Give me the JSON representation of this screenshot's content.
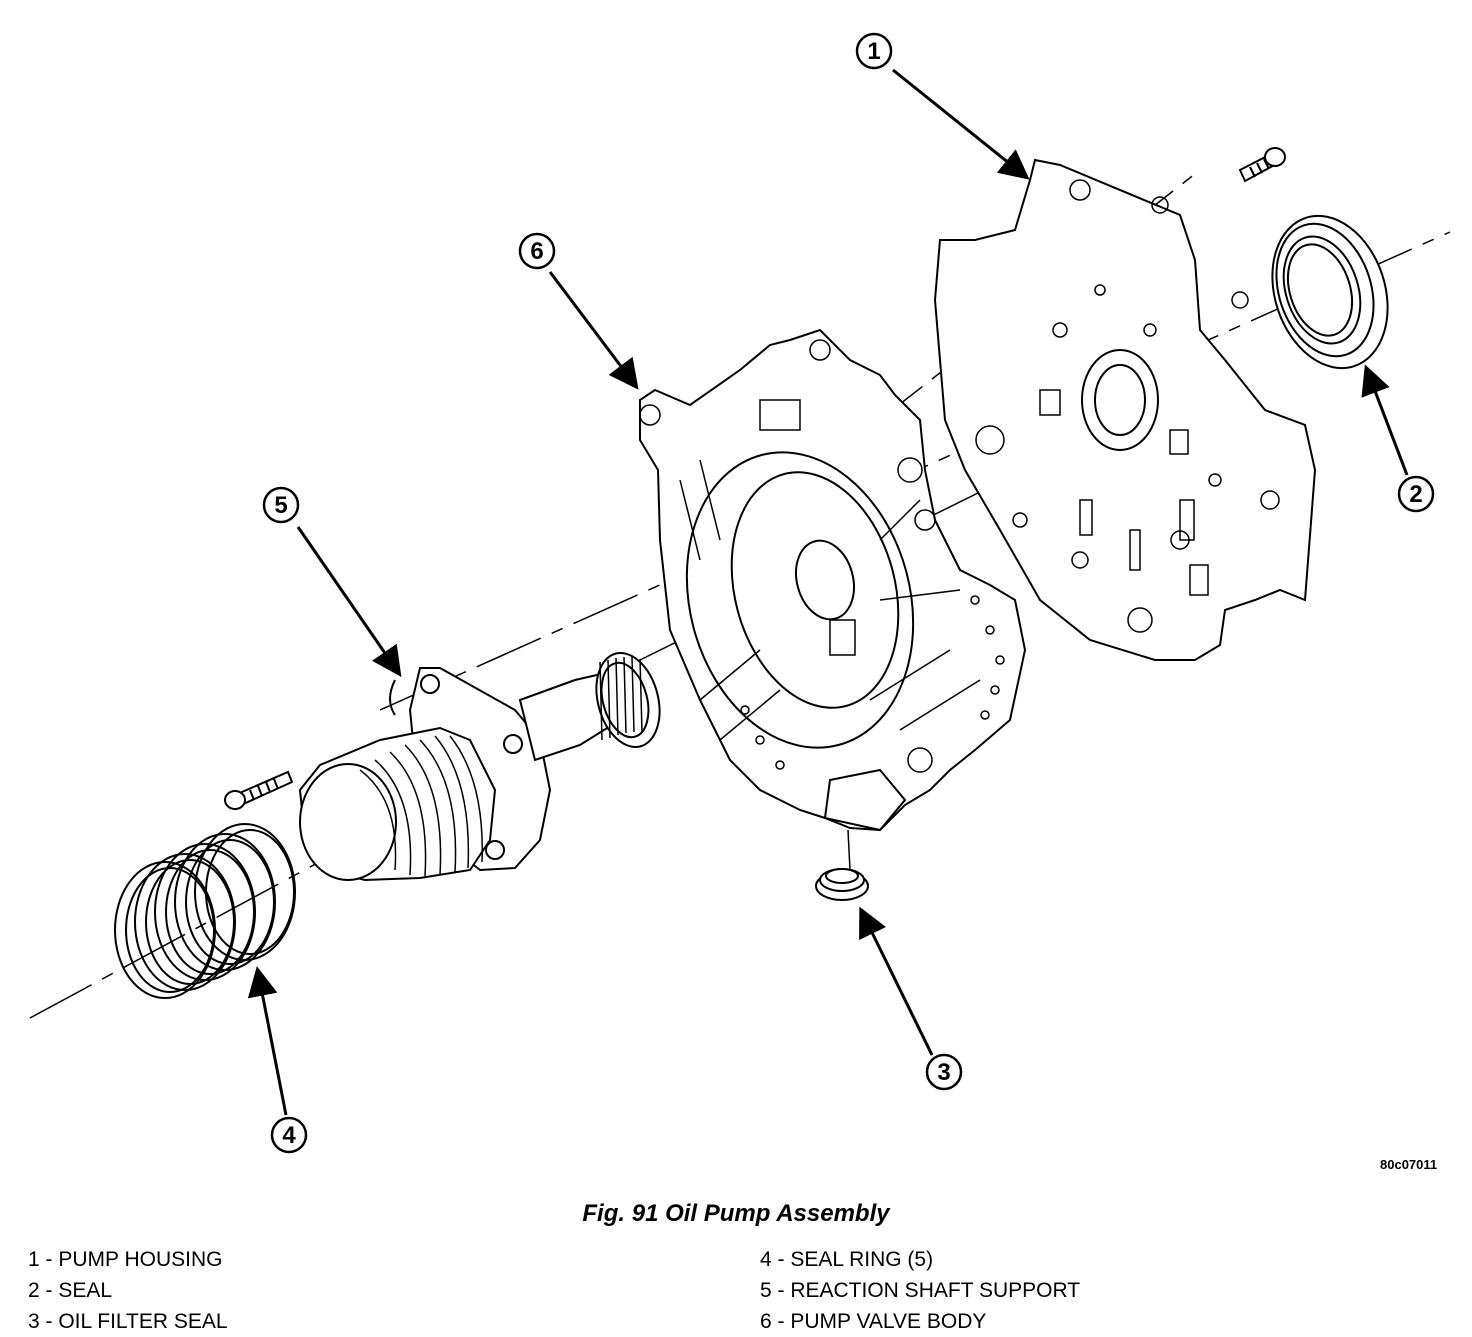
{
  "figure": {
    "code": "80c07011",
    "caption": "Fig. 91 Oil Pump Assembly"
  },
  "callouts": [
    "1",
    "2",
    "3",
    "4",
    "5",
    "6"
  ],
  "legend": [
    {
      "number": "1",
      "text": "1 - PUMP HOUSING"
    },
    {
      "number": "2",
      "text": "2 - SEAL"
    },
    {
      "number": "3",
      "text": "3 - OIL FILTER SEAL"
    },
    {
      "number": "4",
      "text": "4 - SEAL RING (5)"
    },
    {
      "number": "5",
      "text": "5 - REACTION SHAFT SUPPORT"
    },
    {
      "number": "6",
      "text": "6 - PUMP VALVE BODY"
    }
  ]
}
